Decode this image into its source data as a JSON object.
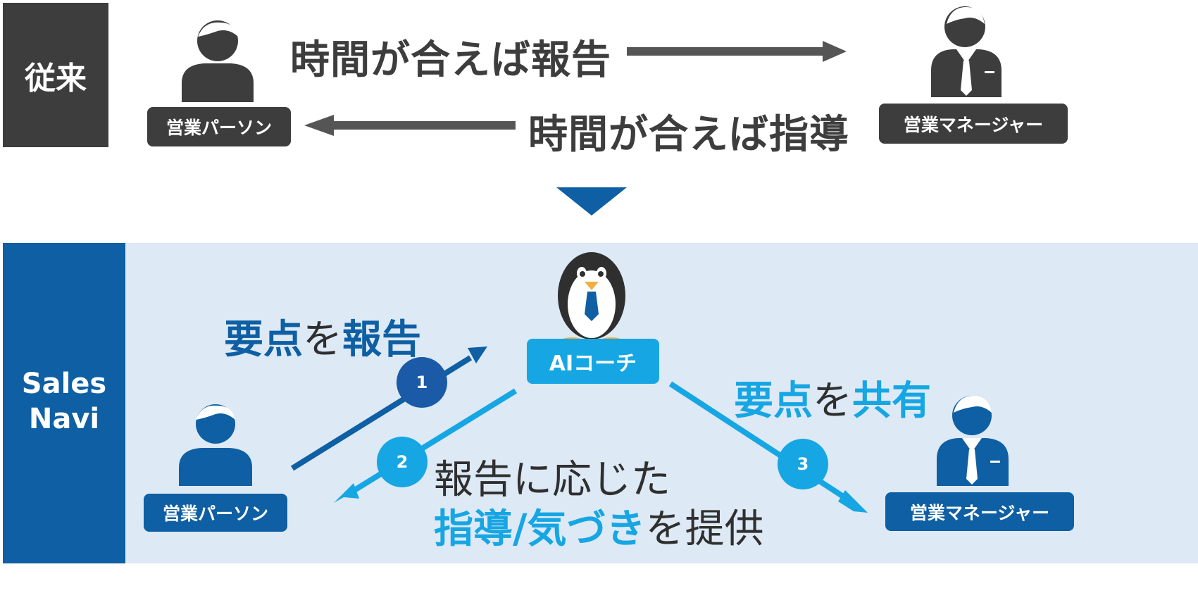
{
  "colors": {
    "dark": "#3d3d3d",
    "navy": "#0e5fa3",
    "sky": "#16a6e3",
    "panel": "#dde9f5"
  },
  "conventional": {
    "side_label": "従来",
    "person_label": "営業パーソン",
    "manager_label": "営業マネージャー",
    "report_text": "時間が合えば報告",
    "guidance_text": "時間が合えば指導"
  },
  "salesnavi": {
    "side_label_line1": "Sales",
    "side_label_line2": "Navi",
    "coach_label": "AIコーチ",
    "person_label": "営業パーソン",
    "manager_label": "営業マネージャー",
    "step1": {
      "number": "1",
      "accent1": "要点",
      "particle": "を",
      "accent2": "報告"
    },
    "step2": {
      "number": "2",
      "line1": "報告に応じた",
      "accent": "指導/気づき",
      "tail": "を提供"
    },
    "step3": {
      "number": "3",
      "accent1": "要点",
      "particle": "を",
      "accent2": "共有"
    }
  },
  "icons": [
    "person-icon",
    "manager-icon",
    "penguin-icon",
    "arrow-right-icon",
    "arrow-left-icon",
    "chevron-down-icon"
  ]
}
